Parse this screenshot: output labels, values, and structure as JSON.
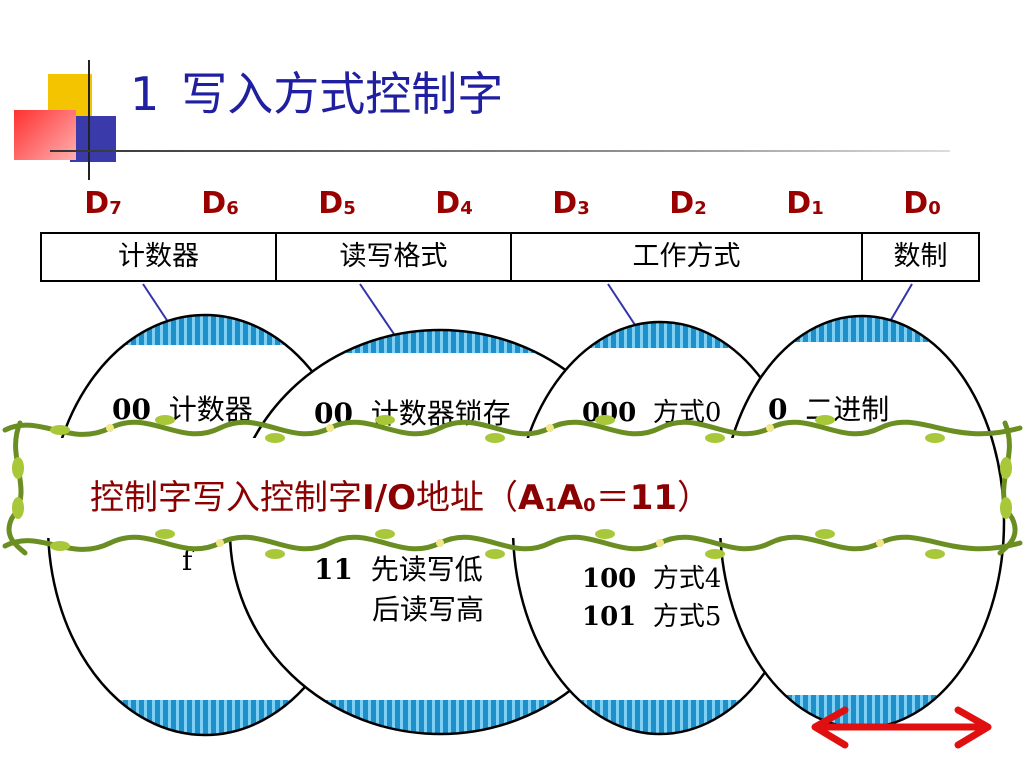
{
  "slide": {
    "title_number": "1",
    "title_text": "写入方式控制字"
  },
  "bits": [
    {
      "name": "D",
      "sub": "7"
    },
    {
      "name": "D",
      "sub": "6"
    },
    {
      "name": "D",
      "sub": "5"
    },
    {
      "name": "D",
      "sub": "4"
    },
    {
      "name": "D",
      "sub": "3"
    },
    {
      "name": "D",
      "sub": "2"
    },
    {
      "name": "D",
      "sub": "1"
    },
    {
      "name": "D",
      "sub": "0"
    }
  ],
  "fields": {
    "counter": "计数器",
    "rw_format": "读写格式",
    "work_mode": "工作方式",
    "number_system": "数制"
  },
  "counter_oval": {
    "line1_code": "00",
    "line1_text": "计数器",
    "line2_partial": "f"
  },
  "rw_oval": {
    "line1_code": "00",
    "line1_text": "计数器锁存",
    "line2_code": "11",
    "line2_text": "先读写低",
    "line3_text": "后读写高"
  },
  "mode_oval": {
    "line1_code": "000",
    "line1_text": "方式0",
    "line2_code": "100",
    "line2_text": "方式4",
    "line3_code": "101",
    "line3_text": "方式5"
  },
  "numsys_oval": {
    "line1_code": "0",
    "line1_text": "二进制"
  },
  "banner": {
    "text_cn": "控制字写入控制字",
    "text_io": "I/O",
    "text_addr": "地址（",
    "a1": "A",
    "a1_sub": "1",
    "a0": "A",
    "a0_sub": "0",
    "eq": "＝",
    "val": "11",
    "close": "）"
  },
  "colors": {
    "title": "#1f1fa0",
    "bits": "#990000",
    "banner_text": "#8b0000",
    "stripe": "#1e8fc8",
    "vine": "#6b8e23",
    "arrow": "#e01010"
  }
}
